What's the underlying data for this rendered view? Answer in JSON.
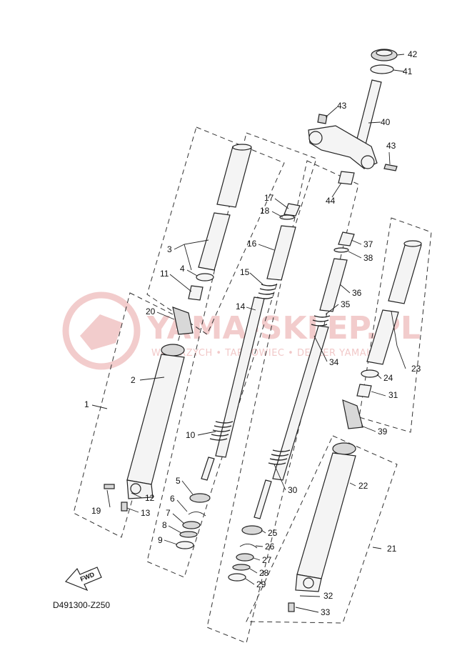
{
  "diagram": {
    "reference_code": "D491300-Z250",
    "watermark": {
      "title": "YAMA-SKLEP.PL",
      "subtitle": "WAŁBRZYCH • TARNOWIEC • DEALER YAMAHA"
    },
    "fwd_label": "FWD",
    "callouts": [
      "1",
      "2",
      "3",
      "4",
      "5",
      "6",
      "7",
      "8",
      "9",
      "10",
      "11",
      "12",
      "13",
      "14",
      "15",
      "16",
      "17",
      "18",
      "19",
      "20",
      "21",
      "22",
      "23",
      "24",
      "25",
      "26",
      "27",
      "28",
      "29",
      "30",
      "31",
      "32",
      "33",
      "34",
      "35",
      "36",
      "37",
      "38",
      "39",
      "40",
      "41",
      "42",
      "43",
      "43",
      "44"
    ],
    "colors": {
      "line": "#222222",
      "watermark": "#e9a4a4"
    }
  }
}
